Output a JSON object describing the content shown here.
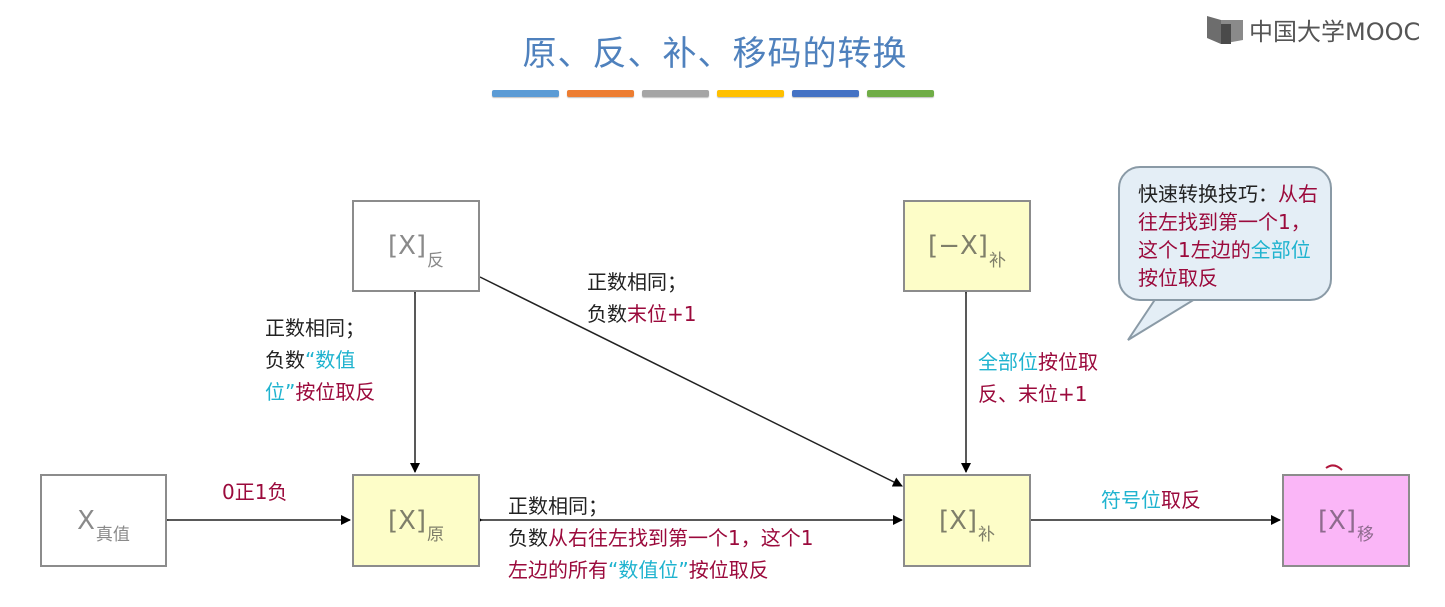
{
  "title": "原、反、补、移码的转换",
  "title_bar_colors": [
    "#5b9bd5",
    "#ed7d31",
    "#a5a5a5",
    "#ffc000",
    "#4472c4",
    "#70ad47"
  ],
  "logo": {
    "icon": "mooc-book-icon",
    "text": "中国大学MOOC"
  },
  "nodes": {
    "true_value": {
      "main": "X",
      "sub": "真值"
    },
    "sign_magnitude": {
      "main": "[X]",
      "sub": "原"
    },
    "ones_complement": {
      "main": "[X]",
      "sub": "反"
    },
    "twos_complement": {
      "main": "[X]",
      "sub": "补"
    },
    "neg_twos_complement": {
      "main": "[−X]",
      "sub": "补"
    },
    "offset_binary": {
      "main": "[X]",
      "sub": "移"
    }
  },
  "edges": {
    "true_to_orig": {
      "text": "0正1负"
    },
    "orig_to_ones": {
      "line1": "正数相同；",
      "line2_a": "负数",
      "line2_b": "“数值",
      "line3_a": "位”",
      "line3_b": "按位取反"
    },
    "ones_to_twos": {
      "line1": "正数相同；",
      "line2_a": "负数",
      "line2_b": "末位+1"
    },
    "orig_to_twos": {
      "line1": "正数相同；",
      "line2_a": "负数",
      "line2_b": "从右往左找到第一个1，这个1",
      "line3_a": "左边的所有",
      "line3_b": "“数值位”",
      "line3_c": "按位取反"
    },
    "twos_to_neg": {
      "line1_a": "全部位",
      "line1_b": "按位取",
      "line2": "反、末位+1"
    },
    "twos_to_offset": {
      "a": "符号位",
      "b": "取反"
    }
  },
  "tip_bubble": {
    "a": "快速转换技巧：",
    "b": "从右往左找到第一个1，这个1左边的",
    "c": "全部位",
    "d": "按位取反"
  }
}
